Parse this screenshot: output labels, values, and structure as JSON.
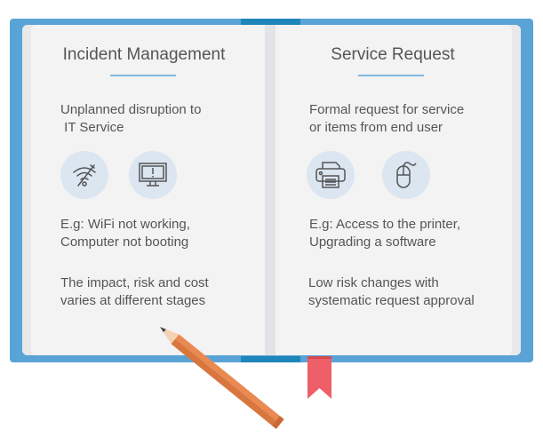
{
  "left_page": {
    "title": "Incident Management",
    "definition": "Unplanned disruption to\n IT Service",
    "icons": [
      "wifi-off-icon",
      "monitor-alert-icon"
    ],
    "examples": "E.g: WiFi not working,\nComputer not booting",
    "note": "The impact, risk and cost\nvaries at different stages"
  },
  "right_page": {
    "title": "Service Request",
    "definition": "Formal request for service\nor items from end user",
    "icons": [
      "printer-icon",
      "mouse-icon"
    ],
    "examples": "E.g: Access to the printer,\nUpgrading a software",
    "note": "Low risk changes with\nsystematic request approval"
  },
  "colors": {
    "cover": "#5aa3d6",
    "spine": "#1e86bb",
    "bookmark": "#ef5f67",
    "pencil": "#e98a52"
  }
}
